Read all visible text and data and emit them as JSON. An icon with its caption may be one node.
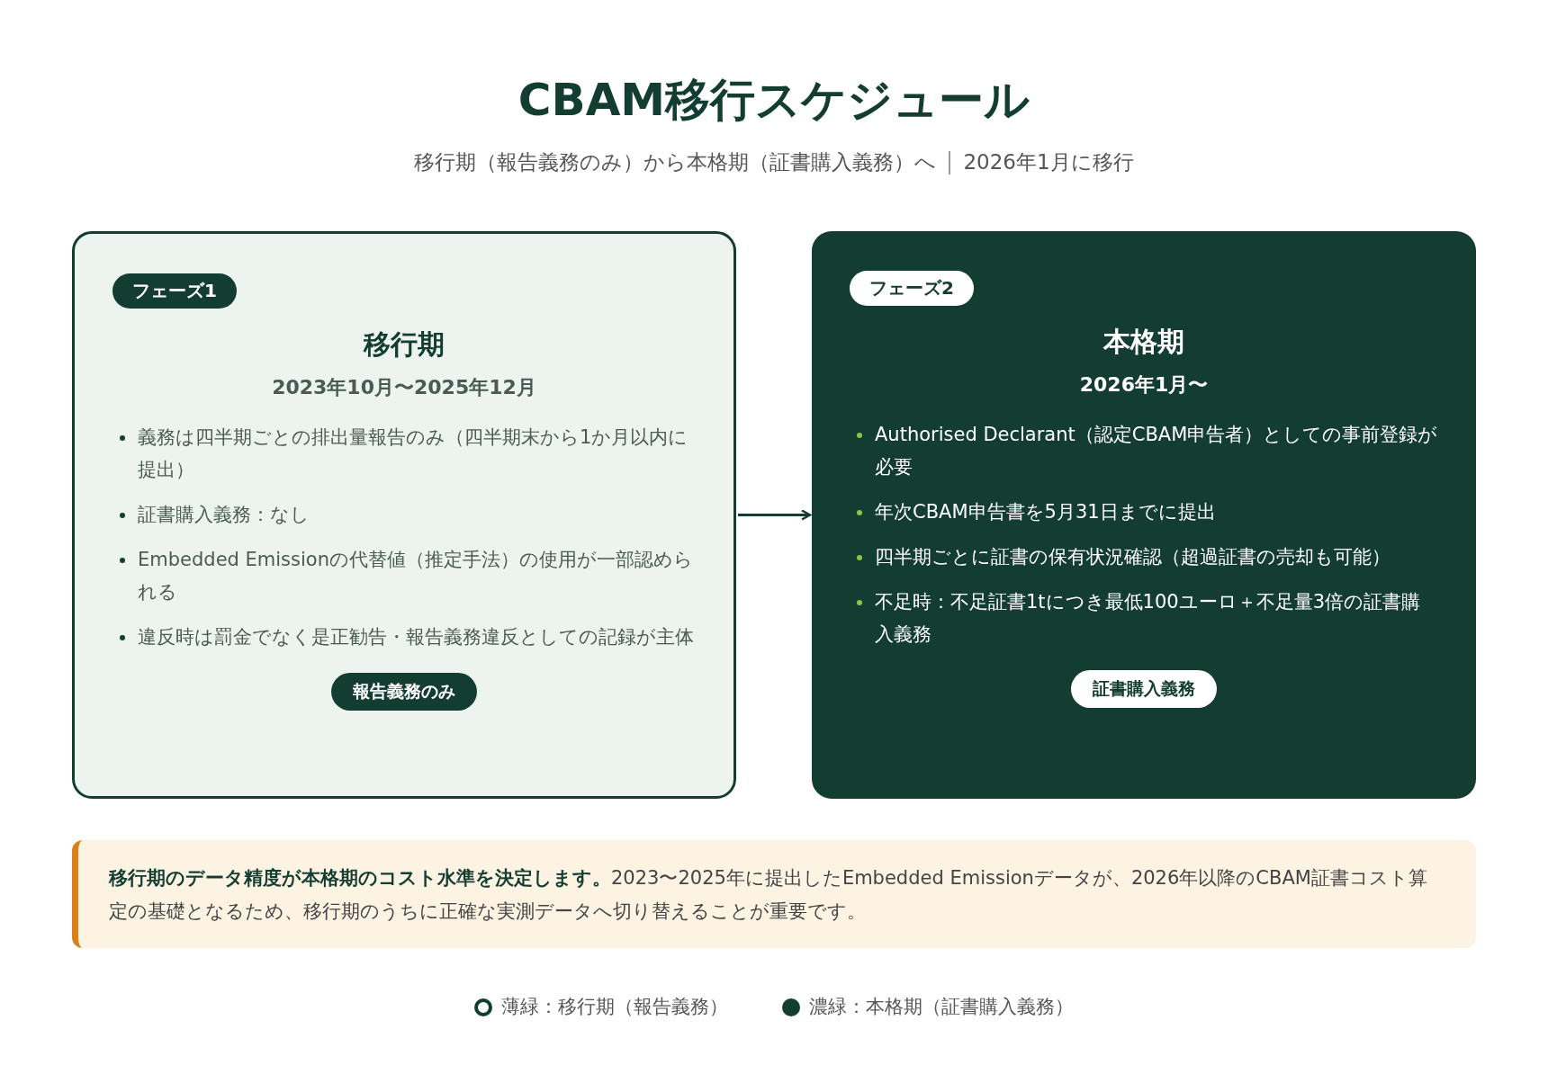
{
  "diagram": {
    "title": "CBAM移行スケジュール",
    "nodes": [
      {
        "text": [
          "移行期",
          "2023年10月〜2025年12月",
          "義務は四半期ごとの排出量報告のみ（四半期末から1か月以内に提出）",
          "証書購入義務：なし",
          "Embedded Emissionの代替値（推定手法）の使用が一部認められる",
          "違反時は罰金でなく是正勧告・報告義務違反としての記録が主体"
        ]
      },
      {
        "text": [
          "フェーズ1"
        ],
        "in": 0
      },
      {
        "text": [
          "報告義務のみ"
        ],
        "in": 0
      },
      {
        "text": [
          "本格期",
          "2026年1月〜",
          "Authorised Declarant（認定CBAM申告者）としての事前登録が必要",
          "年次CBAM申告書を5月31日までに提出",
          "四半期ごとに証書の保有状況確認（超過証書の売却も可能）",
          "不足時：不足証書1tにつき最低100ユーロ＋不足量3倍の証書購入義務"
        ]
      },
      {
        "text": [
          "フェーズ2"
        ],
        "in": 3
      },
      {
        "text": [
          "証書購入義務"
        ],
        "in": 3
      },
      {
        "text": [
          "**移行期のデータ精度が本格期のコスト水準を決定します。**2023〜2025年に提出したEmbedded Emissionデータが、2026年以降のCBAM証書コスト算定の基礎となるため、移行期のうちに正確な実測データへ切り替えることが重要です。"
        ]
      }
    ],
    "edges": [
      {
        "from": 0,
        "to": 3,
        "arrow": "to"
      }
    ],
    "labels": [
      "移行期（報告義務のみ）から本格期（証書購入義務）へ",
      "2026年1月に移行"
    ],
    "legend": [
      {
        "text": "薄緑：移行期（報告義務）"
      },
      {
        "text": "濃緑：本格期（証書購入義務）",
        "color": "#143d31"
      }
    ]
  }
}
